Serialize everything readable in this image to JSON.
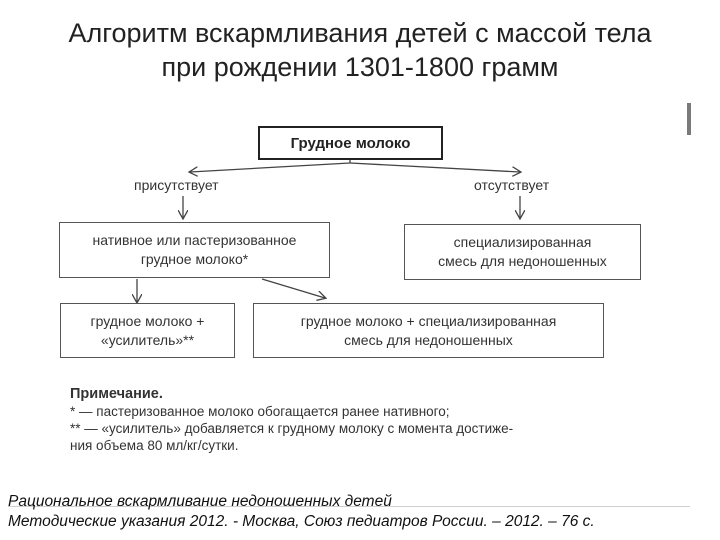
{
  "title": {
    "line1": "Алгоритм вскармливания детей с массой тела",
    "line2": "при рождении 1301-1800 грамм"
  },
  "diagram": {
    "top_box": "Грудное молоко",
    "branch_left": "присутствует",
    "branch_right": "отсутствует",
    "box_native": {
      "line1": "нативное или пастеризованное",
      "line2": "грудное молоко*"
    },
    "box_formula": {
      "line1": "специализированная",
      "line2": "смесь для недоношенных"
    },
    "box_fortifier": {
      "line1": "грудное молоко +",
      "line2": "«усилитель»**"
    },
    "box_mix": {
      "line1": "грудное молоко + специализированная",
      "line2": "смесь для недоношенных"
    }
  },
  "note": {
    "heading": "Примечание.",
    "lines": [
      "* — пастеризованное молоко обогащается ранее нативного;",
      "** — «усилитель» добавляется к грудному молоку с момента достиже-",
      "ния объема 80 мл/кг/сутки."
    ]
  },
  "source": {
    "line1": "Рациональное вскармливание недоношенных детей",
    "line2": "Методические указания 2012. - Москва, Союз педиатров России. – 2012. – 76 с."
  }
}
